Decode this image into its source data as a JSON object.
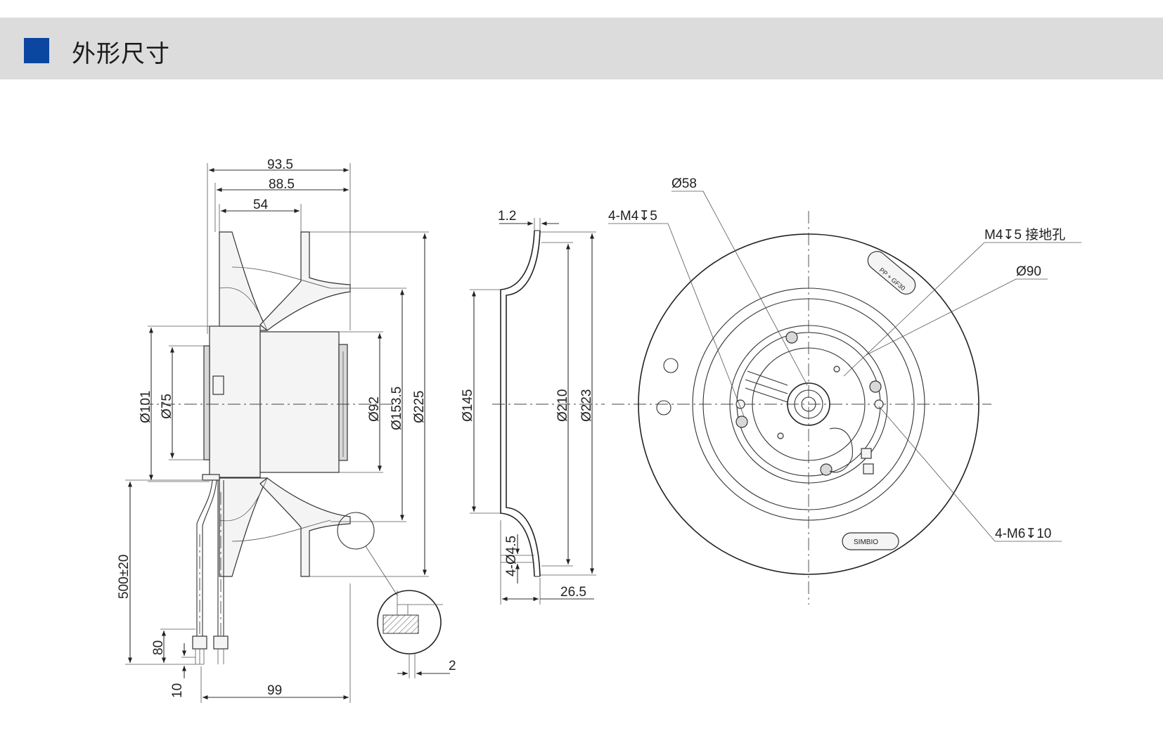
{
  "header": {
    "title": "外形尺寸",
    "accent_color": "#0b47a1",
    "bar_color": "#dcdcdd"
  },
  "side_view": {
    "top_dims": [
      "93.5",
      "88.5",
      "54"
    ],
    "left_dims": [
      "Ø101",
      "Ø75"
    ],
    "right_dims": [
      "Ø92",
      "Ø153.5",
      "Ø225"
    ],
    "cable_dims": [
      "500±20",
      "80",
      "10"
    ],
    "bottom_dim": "99",
    "detail_dim": "2"
  },
  "section_view": {
    "top_dim": "1.2",
    "left_dim": "Ø145",
    "right_dims": [
      "Ø210",
      "Ø223"
    ],
    "hole_dim": "4-Ø4.5",
    "bottom_dim": "26.5"
  },
  "front_view": {
    "labels": [
      "Ø58",
      "4-M4↧5",
      "M4↧5  接地孔",
      "Ø90",
      "4-M6↧10"
    ],
    "ring_marks": [
      "PP + GF30",
      "SIMBIO"
    ]
  }
}
